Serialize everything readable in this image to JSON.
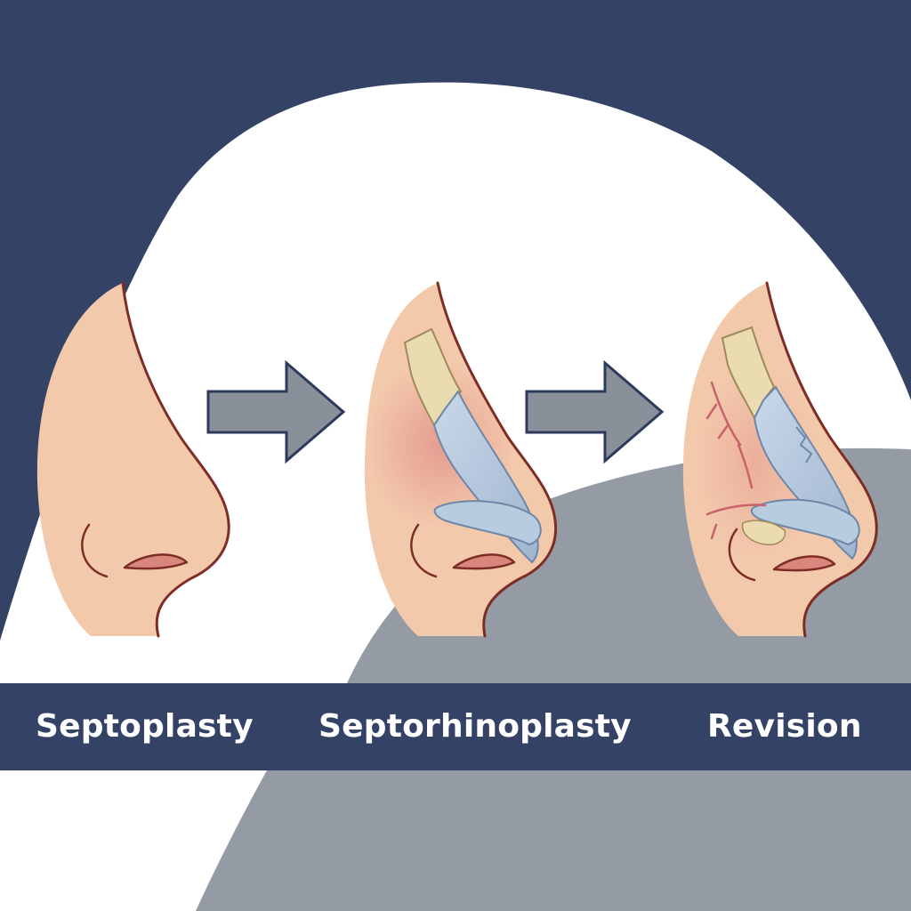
{
  "colors": {
    "navy": "#344266",
    "gray": "#959ba4",
    "white": "#ffffff",
    "skin": "#f3c9ac",
    "outline": "#7e2d26",
    "cartilage": "#b8cce0",
    "bone": "#eadcb0",
    "arrow_fill": "#8a909a",
    "arrow_stroke": "#2c3a5c"
  },
  "icons": [
    "nose-icon",
    "arrow-right-icon",
    "cartilage-graft-icon",
    "bone-graft-icon",
    "scar-icon"
  ],
  "stages": [
    {
      "label": "Septoplasty"
    },
    {
      "label": "Septorhinoplasty"
    },
    {
      "label": "Revision"
    }
  ]
}
